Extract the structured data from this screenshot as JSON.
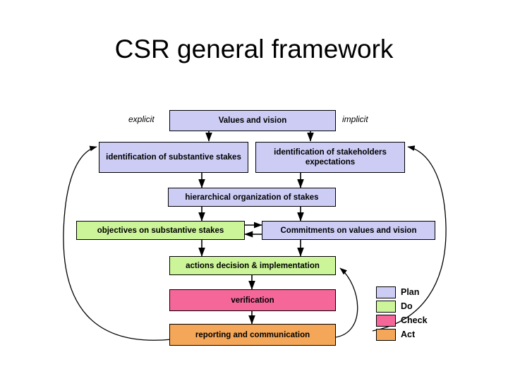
{
  "title": "CSR general framework",
  "side_labels": {
    "left": "explicit",
    "right": "implicit"
  },
  "colors": {
    "plan": "#ccccf5",
    "do": "#ccf599",
    "check": "#f56699",
    "act": "#f5a759",
    "stroke": "#000000",
    "background": "#ffffff"
  },
  "nodes": [
    {
      "id": "values-and-vision",
      "label": "Values and vision",
      "category": "plan"
    },
    {
      "id": "identification-substantive-stakes",
      "label": "identification of substantive stakes",
      "category": "plan"
    },
    {
      "id": "identification-stakeholders-expectations",
      "label": "identification of stakeholders expectations",
      "category": "plan"
    },
    {
      "id": "hierarchical-organization-of-stakes",
      "label": "hierarchical organization of stakes",
      "category": "plan"
    },
    {
      "id": "objectives-on-substantive-stakes",
      "label": "objectives on substantive stakes",
      "category": "do"
    },
    {
      "id": "commitments-on-values-and-vision",
      "label": "Commitments on  values and vision",
      "category": "plan"
    },
    {
      "id": "actions-decision-implementation",
      "label": "actions decision & implementation",
      "category": "do"
    },
    {
      "id": "verification",
      "label": "verification",
      "category": "check"
    },
    {
      "id": "reporting-and-communication",
      "label": "reporting and communication",
      "category": "act"
    }
  ],
  "legend": {
    "items": [
      {
        "label": "Plan",
        "category": "plan"
      },
      {
        "label": "Do",
        "category": "do"
      },
      {
        "label": "Check",
        "category": "check"
      },
      {
        "label": "Act",
        "category": "act"
      }
    ]
  }
}
